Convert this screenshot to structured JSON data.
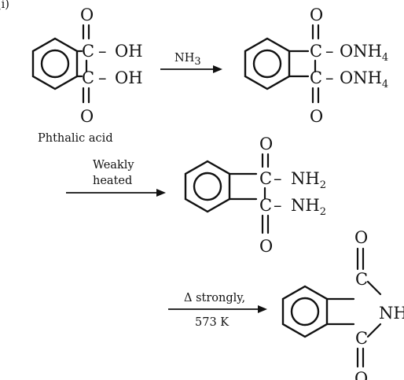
{
  "top_left_label": "(i)",
  "atoms": {
    "oxygen": "O",
    "carbon": "C",
    "dash": "–"
  },
  "groups": {
    "hydroxyl": "OH",
    "ammonium_salt": "ONH",
    "ammonium_sub": "4",
    "amine": "NH",
    "amine_sub": "2",
    "imide_n": "NH"
  },
  "reagents": {
    "step1_reagent": "NH",
    "step1_sub": "3",
    "step2_line1": "Weakly",
    "step2_line2": "heated",
    "step3_line1": "Δ strongly,",
    "step3_line2": "573 K"
  },
  "compounds": {
    "reactant_name": "Phthalic acid"
  }
}
